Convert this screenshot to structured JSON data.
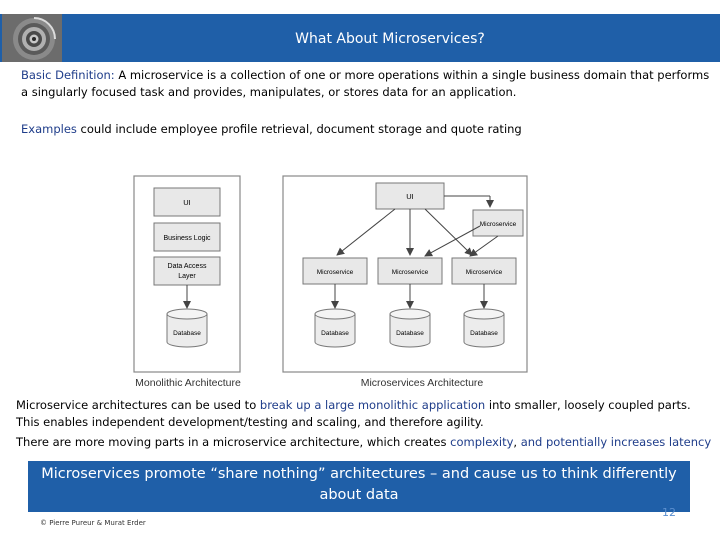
{
  "header": {
    "title": "What About Microservices?"
  },
  "definition": {
    "label": "Basic Definition:",
    "text": " A microservice is a collection of one or more operations within a single business domain that performs a singularly focused task and provides, manipulates, or stores data for an application."
  },
  "examples": {
    "label": "Examples",
    "text": " could include employee profile retrieval, document storage and quote rating"
  },
  "diagram": {
    "mono": {
      "ui": "UI",
      "business_logic": "Business Logic",
      "dal_line1": "Data Access",
      "dal_line2": "Layer",
      "database": "Database",
      "caption": "Monolithic Architecture"
    },
    "micro": {
      "ui": "UI",
      "microservice_top": "Microservice",
      "microservice_1": "Microservice",
      "microservice_2": "Microservice",
      "microservice_3": "Microservice",
      "db_1": "Database",
      "db_2": "Database",
      "db_3": "Database",
      "caption": "Microservices Architecture"
    }
  },
  "body": {
    "line1_a": "Microservice architectures can be used to ",
    "line1_highlight": "break up a large monolithic application",
    "line1_b": " into smaller, loosely coupled parts.",
    "line2": "This enables independent development/testing and scaling, and therefore agility.",
    "line3_a": "There are more moving parts in a microservice architecture, which creates ",
    "line3_h1": "complexity",
    "line3_mid": ", ",
    "line3_h2": "and potentially increases latency"
  },
  "callout": {
    "text": "Microservices promote “share nothing” architectures – and cause us to think differently about data"
  },
  "footer": {
    "copyright": "© Pierre Pureur & Murat Erder",
    "page_number": "12"
  },
  "colors": {
    "header_bg": "#1f5fa8",
    "accent_text": "#1f3d8a"
  }
}
